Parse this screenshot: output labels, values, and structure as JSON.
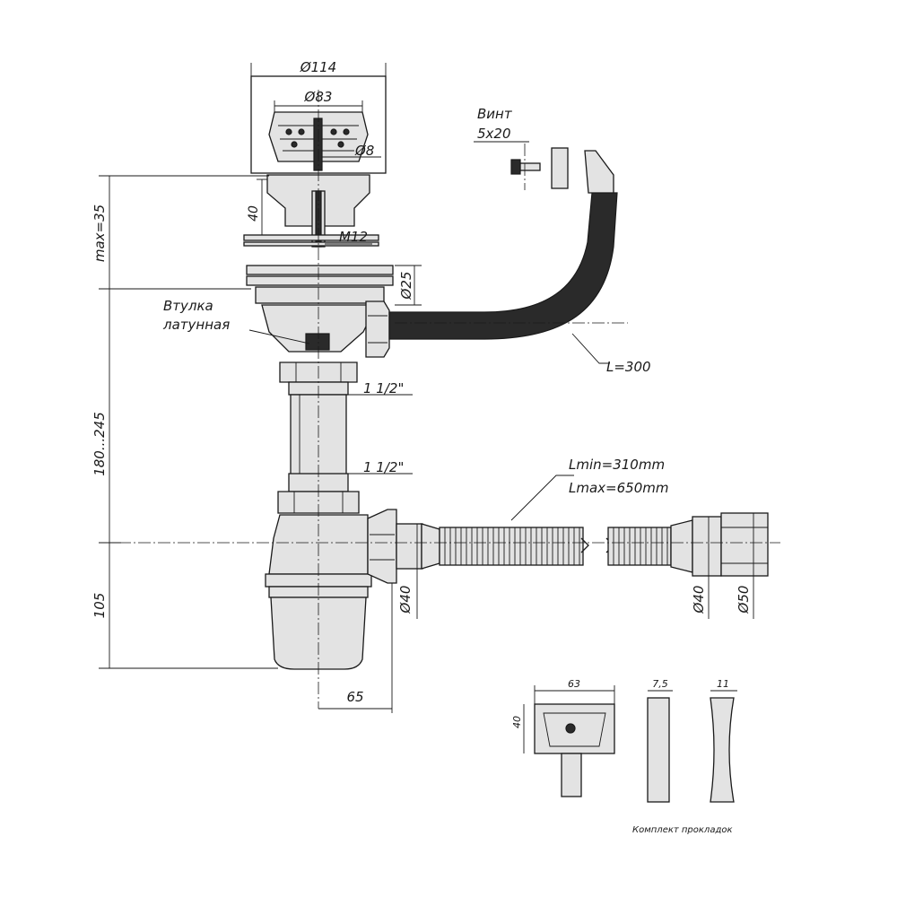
{
  "dimensions": {
    "d114": "Ø114",
    "d83": "Ø83",
    "d8": "Ø8",
    "h40": "40",
    "m12": "M12",
    "max35": "max=35",
    "d25": "Ø25",
    "range180_245": "180...245",
    "thread_top": "1 1/2\"",
    "thread_bottom": "1 1/2\"",
    "h105": "105",
    "d40_left": "Ø40",
    "w65": "65",
    "d40_right": "Ø40",
    "d50": "Ø50"
  },
  "labels": {
    "screw_title": "Винт",
    "screw_size": "5x20",
    "bushing_line1": "Втулка",
    "bushing_line2": "латунная",
    "hose_length": "L=300",
    "corr_min": "Lmin=310mm",
    "corr_max": "Lmax=650mm"
  },
  "gaskets": {
    "width_63": "63",
    "height_40": "40",
    "thickness_75": "7,5",
    "thickness_11": "11",
    "caption": "Комплект прокладок"
  },
  "colors": {
    "line": "#1a1a1a",
    "part_fill": "#e3e3e3",
    "hose_fill": "#2a2a2a"
  }
}
